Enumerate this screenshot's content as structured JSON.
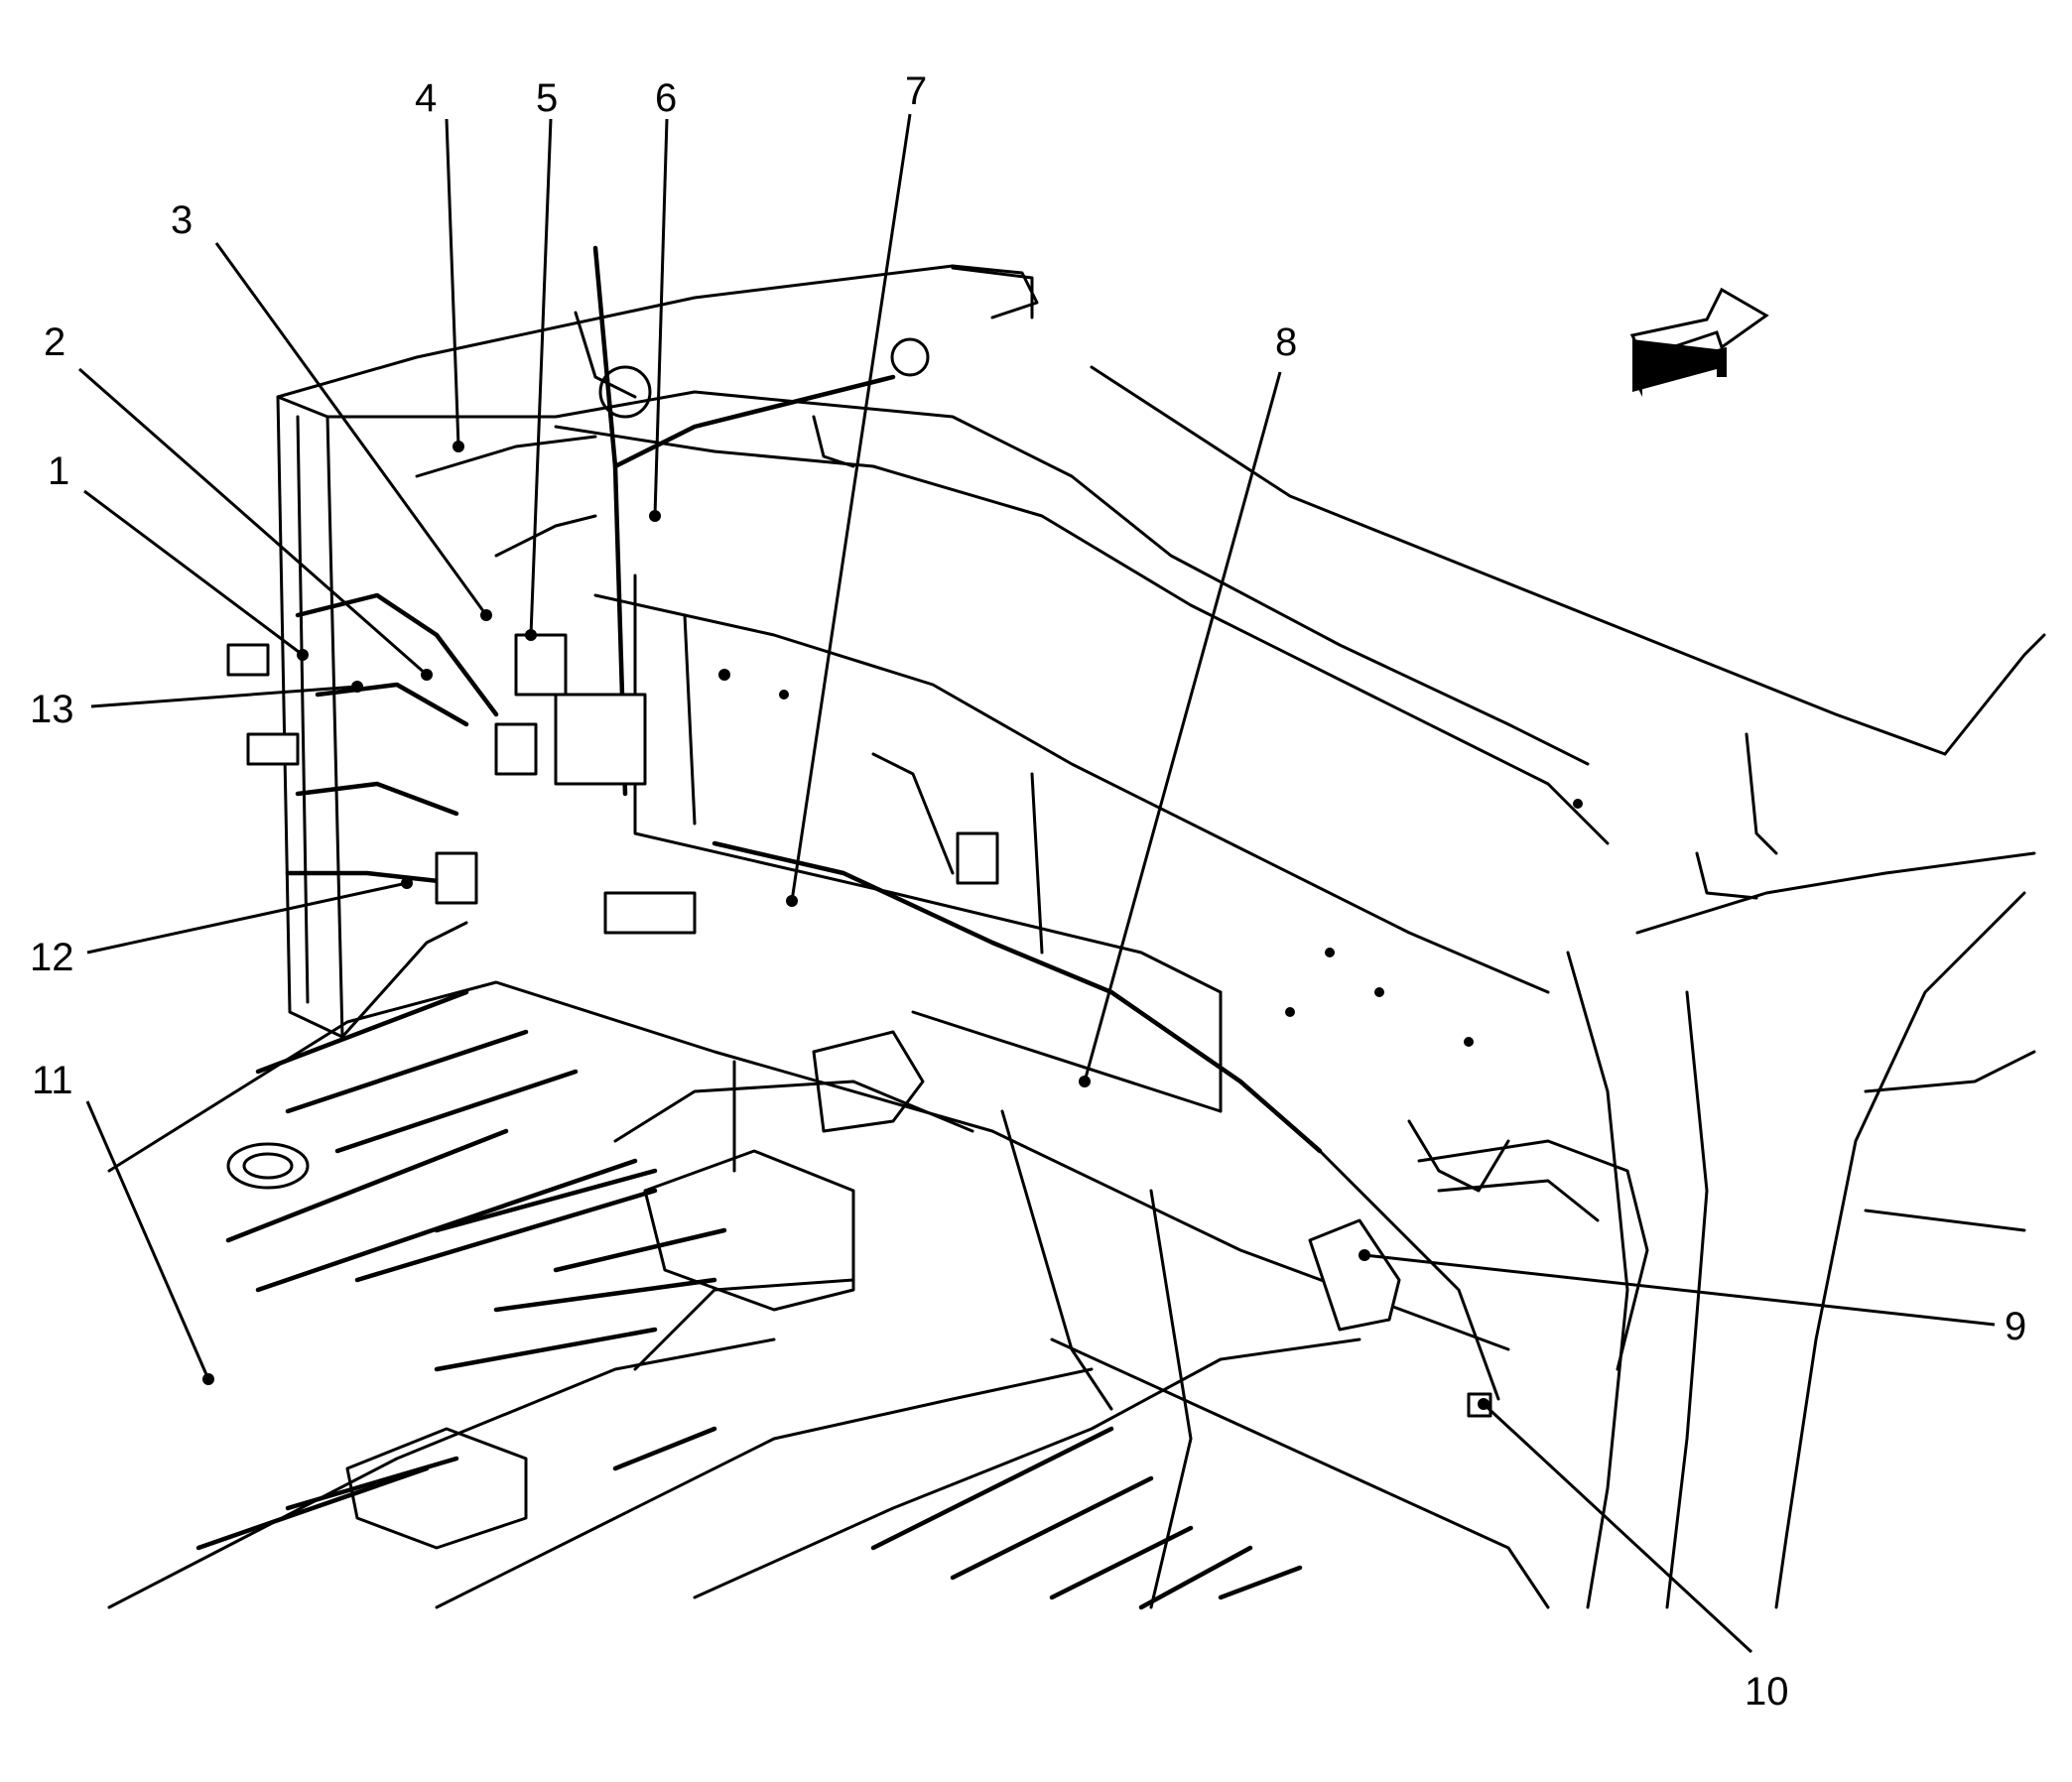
{
  "callouts": [
    {
      "id": "c1",
      "label": "1"
    },
    {
      "id": "c2",
      "label": "2"
    },
    {
      "id": "c3",
      "label": "3"
    },
    {
      "id": "c4",
      "label": "4"
    },
    {
      "id": "c5",
      "label": "5"
    },
    {
      "id": "c6",
      "label": "6"
    },
    {
      "id": "c7",
      "label": "7"
    },
    {
      "id": "c8",
      "label": "8"
    },
    {
      "id": "c9",
      "label": "9"
    },
    {
      "id": "c10",
      "label": "10"
    },
    {
      "id": "c11",
      "label": "11"
    },
    {
      "id": "c12",
      "label": "12"
    },
    {
      "id": "c13",
      "label": "13"
    }
  ],
  "icons": {
    "direction": "front-direction-arrow-icon"
  }
}
